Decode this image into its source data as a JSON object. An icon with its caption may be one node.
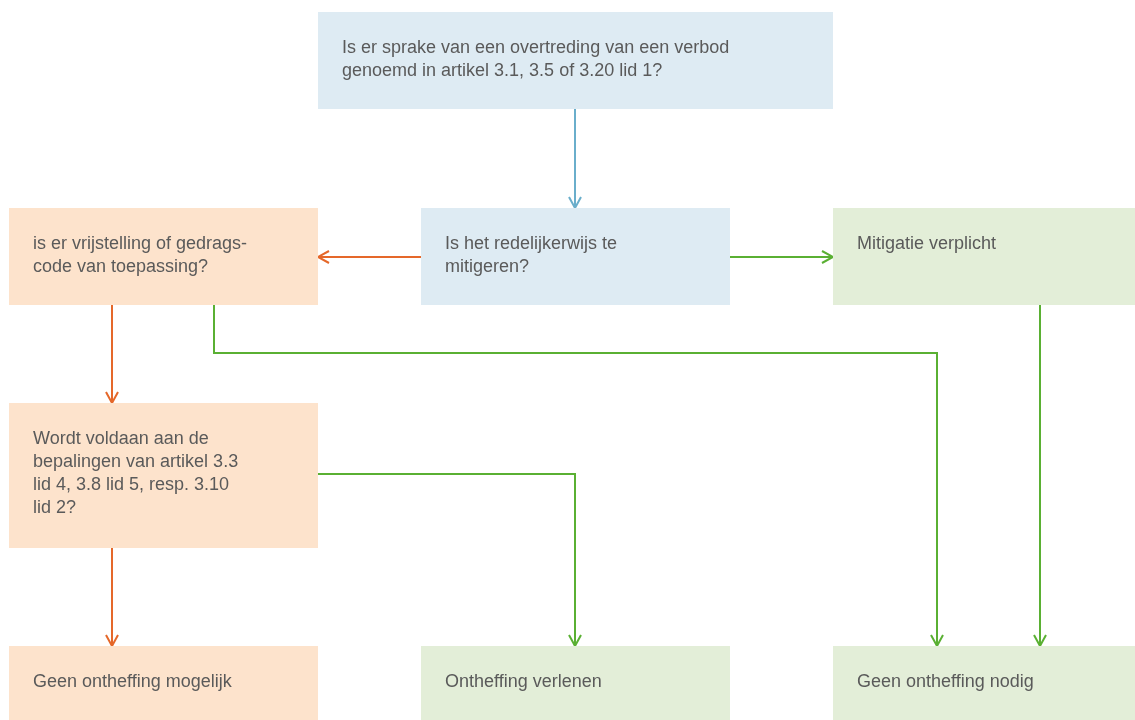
{
  "diagram": {
    "nodes": [
      {
        "text": [
          "Is er sprake van een overtreding van een verbod genoemd in artikel 3.1, 3.5 of 3.20 lid 1?"
        ]
      },
      {
        "text": [
          "is er vrijstelling of gedrags- code van toepassing?"
        ]
      },
      {
        "text": [
          "Is het redelijkerwijs te mitigeren?"
        ]
      },
      {
        "text": [
          "Mitigatie verplicht"
        ]
      },
      {
        "text": [
          "Wordt voldaan aan de bepalingen van artikel 3.3 lid 4, 3.8 lid 5, resp. 3.10 lid 2?"
        ]
      },
      {
        "text": [
          "Geen ontheffing mogelijk"
        ]
      },
      {
        "text": [
          "Ontheffing verlenen"
        ]
      },
      {
        "text": [
          "Geen ontheffing nodig"
        ]
      }
    ],
    "edges": [
      {
        "from": 0,
        "to": 2,
        "arrow": "to",
        "color": "#6aaecb"
      },
      {
        "from": 2,
        "to": 1,
        "arrow": "to",
        "color": "#e5682a"
      },
      {
        "from": 2,
        "to": 3,
        "arrow": "to"
      },
      {
        "from": 1,
        "to": 4,
        "arrow": "to",
        "color": "#e5682a"
      },
      {
        "from": 1,
        "to": 7,
        "arrow": "to"
      },
      {
        "from": 3,
        "to": 7,
        "arrow": "to"
      },
      {
        "from": 4,
        "to": 6,
        "arrow": "to"
      },
      {
        "from": 4,
        "to": 5,
        "arrow": "to",
        "color": "#e5682a"
      }
    ]
  }
}
